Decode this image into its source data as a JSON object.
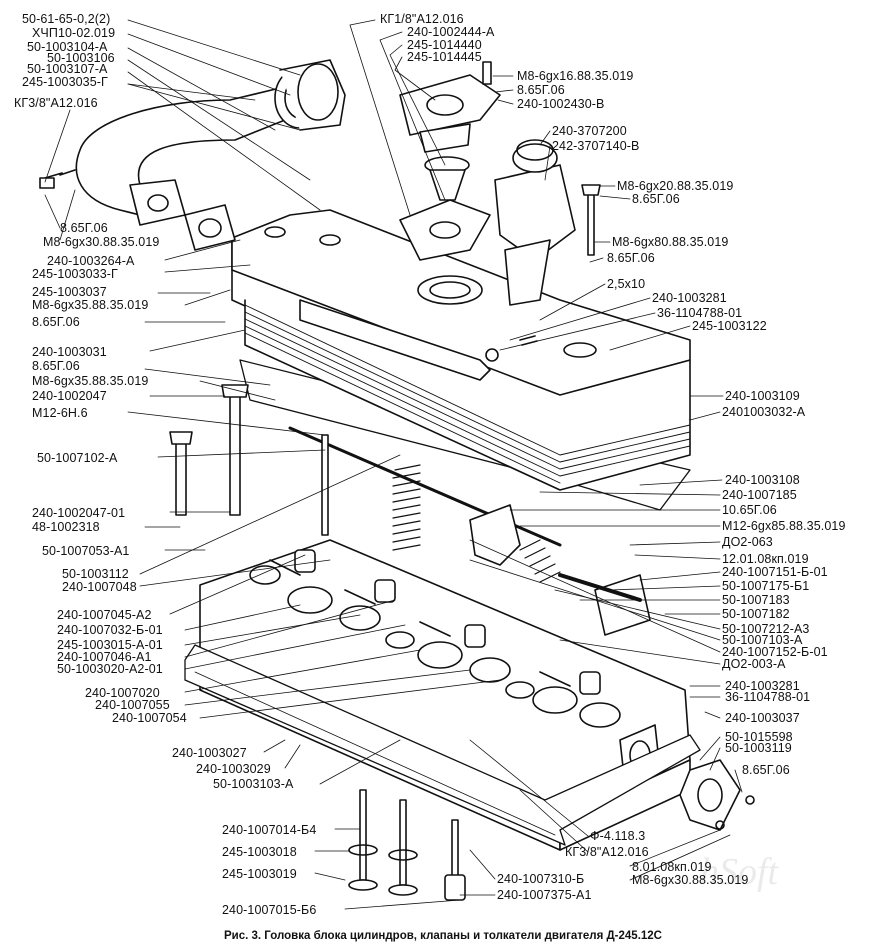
{
  "caption": "Рис. 3. Головка блока цилиндров, клапаны и толкатели двигателя Д-245.12С",
  "watermark": "hSoft",
  "callouts": {
    "c01": "50-61-65-0,2(2)",
    "c02": "ХЧП10-02.019",
    "c03": "50-1003104-А",
    "c04": "50-1003106",
    "c05": "50-1003107-А",
    "c06": "245-1003035-Г",
    "c07": "КГ3/8\"А12.016",
    "c08": "8.65Г.06",
    "c09": "М8-6gх30.88.35.019",
    "c10": "240-1003264-А",
    "c11": "245-1003033-Г",
    "c12": "245-1003037",
    "c13": "М8-6gх35.88.35.019",
    "c14": "8.65Г.06",
    "c15": "240-1003031",
    "c16": "8.65Г.06",
    "c17": "М8-6gх35.88.35.019",
    "c18": "240-1002047",
    "c19": "М12-6Н.6",
    "c20": "50-1007102-А",
    "c21": "240-1002047-01",
    "c22": "48-1002318",
    "c23": "50-1007053-А1",
    "c24": "50-1003112",
    "c25": "240-1007048",
    "c26": "240-1007045-А2",
    "c27": "240-1007032-Б-01",
    "c28": "245-1003015-А-01",
    "c29": "240-1007046-А1",
    "c30": "50-1003020-А2-01",
    "c31": "240-1007020",
    "c32": "240-1007055",
    "c33": "240-1007054",
    "c34": "240-1003027",
    "c35": "240-1003029",
    "c36": "50-1003103-А",
    "c37": "240-1007014-Б4",
    "c38": "245-1003018",
    "c39": "245-1003019",
    "c40": "240-1007015-Б6",
    "r01": "КГ1/8\"А12.016",
    "r02": "240-1002444-А",
    "r03": "245-1014440",
    "r04": "245-1014445",
    "r05": "М8-6gх16.88.35.019",
    "r06": "8.65Г.06",
    "r07": "240-1002430-В",
    "r08": "240-3707200",
    "r09": "242-3707140-В",
    "r10": "М8-6gх20.88.35.019",
    "r11": "8.65Г.06",
    "r12": "М8-6gх80.88.35.019",
    "r13": "8.65Г.06",
    "r14": "2,5х10",
    "r15": "240-1003281",
    "r16": "36-1104788-01",
    "r17": "245-1003122",
    "r18": "240-1003109",
    "r19": "2401003032-А",
    "r20": "240-1003108",
    "r21": "240-1007185",
    "r22": "10.65Г.06",
    "r23": "М12-6gх85.88.35.019",
    "r24": "ДО2-063",
    "r25": "12.01.08кп.019",
    "r26": "240-1007151-Б-01",
    "r27": "50-1007175-Б1",
    "r28": "50-1007183",
    "r29": "50-1007182",
    "r30": "50-1007212-А3",
    "r31": "50-1007103-А",
    "r32": "240-1007152-Б-01",
    "r33": "ДО2-003-А",
    "r34": "240-1003281",
    "r35": "36-1104788-01",
    "r36": "240-1003037",
    "r37": "50-1015598",
    "r38": "50-1003119",
    "r39": "8.65Г.06",
    "r40": "Ф-4.118.3",
    "r41": "КГ3/8\"А12.016",
    "r42": "8.01.08кп.019",
    "r43": "М8-6gх30.88.35.019",
    "r44": "240-1007310-Б",
    "r45": "240-1007375-А1"
  }
}
